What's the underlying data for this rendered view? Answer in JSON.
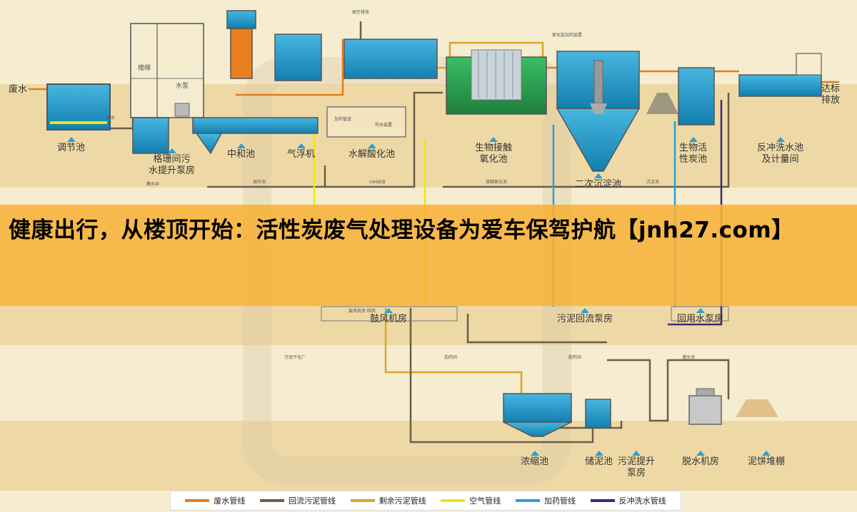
{
  "banner": {
    "text": "健康出行，从楼顶开始：活性炭废气处理设备为爱车保驾护航【jnh27.com】"
  },
  "edge_labels": {
    "inlet": "废水",
    "outlet": "达标\n排放"
  },
  "units": [
    {
      "key": "tiaojie",
      "label": "调节池"
    },
    {
      "key": "geshan",
      "label": "格珊间污\n水提升泵房"
    },
    {
      "key": "zhonghe",
      "label": "中和池"
    },
    {
      "key": "qifu",
      "label": "气浮机"
    },
    {
      "key": "shuijie",
      "label": "水解酸化池"
    },
    {
      "key": "shengwu",
      "label": "生物接触\n氧化池"
    },
    {
      "key": "erci",
      "label": "二次沉淀池"
    },
    {
      "key": "huoxingtan",
      "label": "生物活\n性炭池"
    },
    {
      "key": "fanchong",
      "label": "反冲洗水池\n及计量间"
    },
    {
      "key": "gufeng",
      "label": "鼓风机房"
    },
    {
      "key": "wunihuiliu",
      "label": "污泥回流泵房"
    },
    {
      "key": "huiyong",
      "label": "回用水泵房"
    },
    {
      "key": "nongsuo",
      "label": "浓缩池"
    },
    {
      "key": "chuni",
      "label": "储泥池"
    },
    {
      "key": "wunitisheng",
      "label": "污泥提升\n泵房"
    },
    {
      "key": "tuoshui",
      "label": "脱水机房"
    },
    {
      "key": "nibing",
      "label": "泥饼堆棚"
    }
  ],
  "equipment_labels": {
    "stairs": "楼梯",
    "pump": "水泵",
    "waste_short": "废水",
    "high_vent": "高空排放",
    "additive": "加药管道",
    "distributor": "布水装置",
    "flocculant": "絮化投加药装置"
  },
  "small_labels": {
    "tiaojie_small": "调节池",
    "uasb": "UASB池",
    "jiechu": "接触氧化池",
    "chendian": "沉淀池",
    "drain": "集水井",
    "gufeng_small": "鼓风机房 回用",
    "wunigan": "污泥干化厂",
    "jiayao": "加药间",
    "peiyao": "配药间",
    "guanshui": "灌水池"
  },
  "legend": [
    {
      "label": "废水管线",
      "color": "#e27d1e"
    },
    {
      "label": "回流污泥管线",
      "color": "#6b5d4a"
    },
    {
      "label": "剩余污泥管线",
      "color": "#d9a62a"
    },
    {
      "label": "空气管线",
      "color": "#f2e315"
    },
    {
      "label": "加药管线",
      "color": "#2a9fd6"
    },
    {
      "label": "反冲洗水管线",
      "color": "#3a2a7a"
    }
  ],
  "colors": {
    "water": "#1a9bd0",
    "water_dark": "#148cb9",
    "green": "#2fa84a",
    "ground_light": "#f6ebcb",
    "ground_band": "#efdcb0"
  }
}
